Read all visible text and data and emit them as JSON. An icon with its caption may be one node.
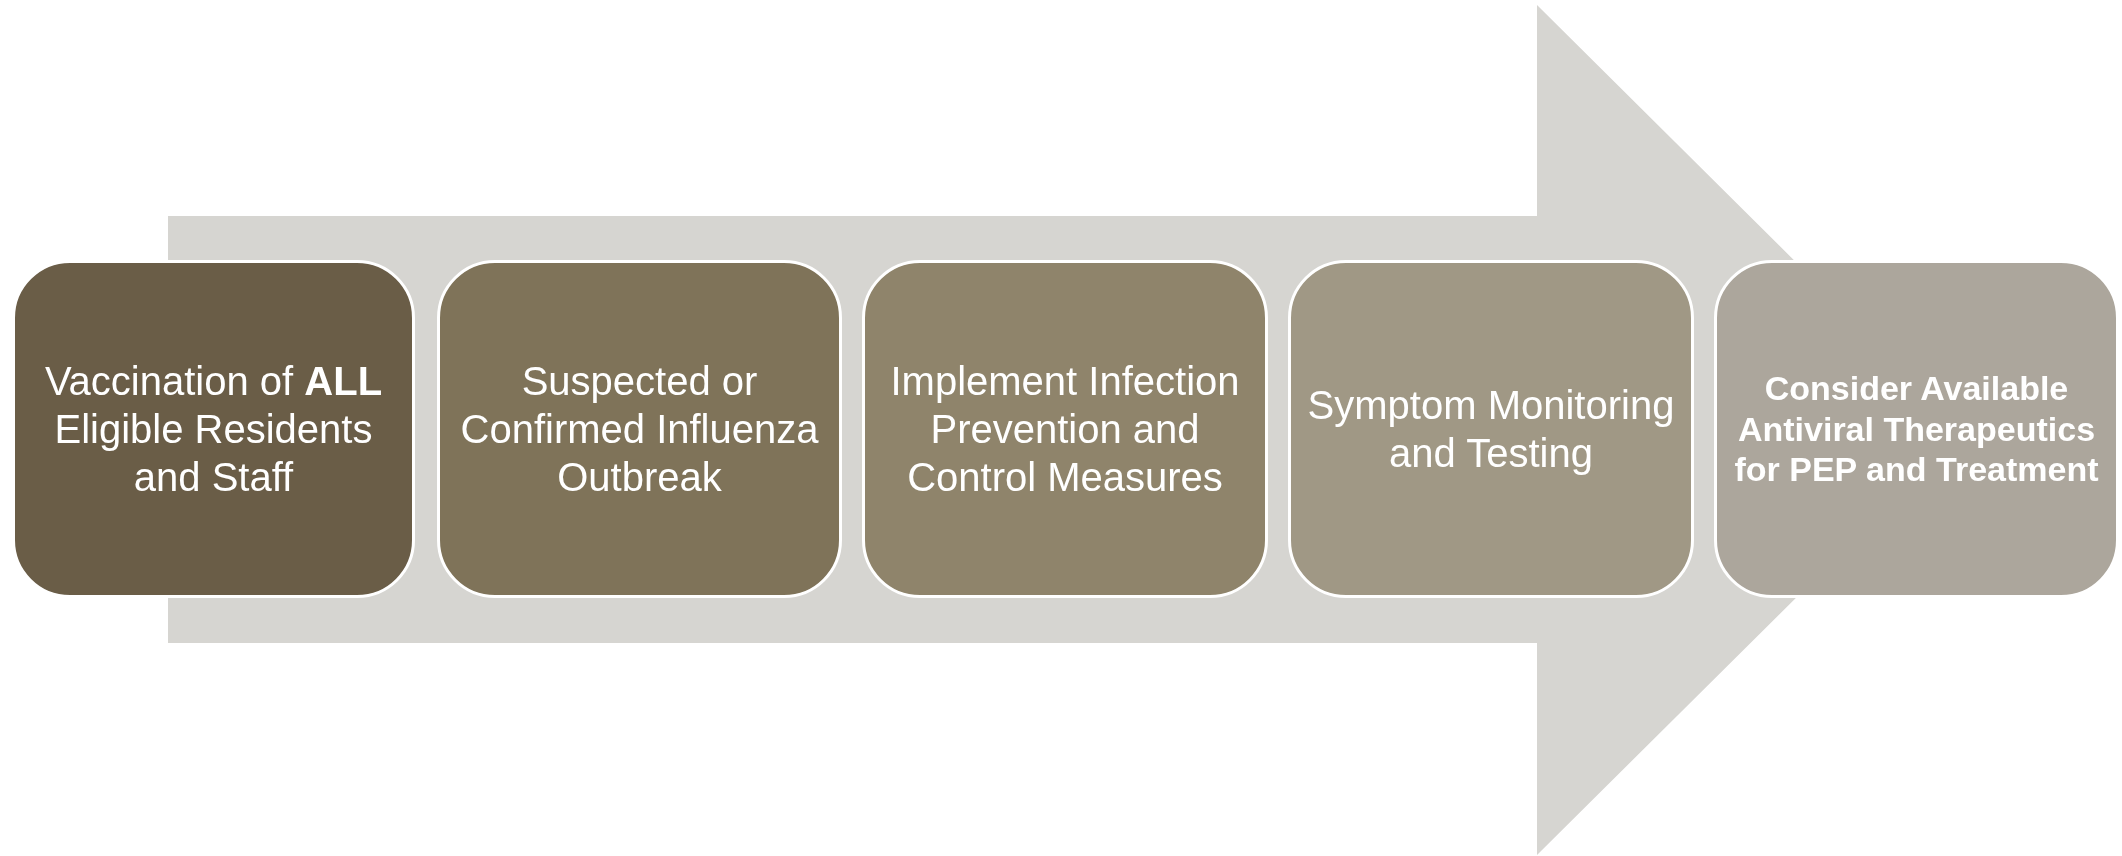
{
  "diagram": {
    "nodes": [
      {
        "text": [
          "Vaccination of **ALL** Eligible Residents and Staff"
        ]
      },
      {
        "text": [
          "Suspected or Confirmed Influenza Outbreak"
        ]
      },
      {
        "text": [
          "Implement Infection Prevention and Control Measures"
        ]
      },
      {
        "text": [
          "Symptom Monitoring and Testing"
        ]
      },
      {
        "text": [
          "Consider Available Antiviral Therapeutics for PEP and Treatment"
        ]
      }
    ],
    "edges": [
      {
        "from": 0,
        "to": 4,
        "arrow": "to"
      }
    ]
  }
}
